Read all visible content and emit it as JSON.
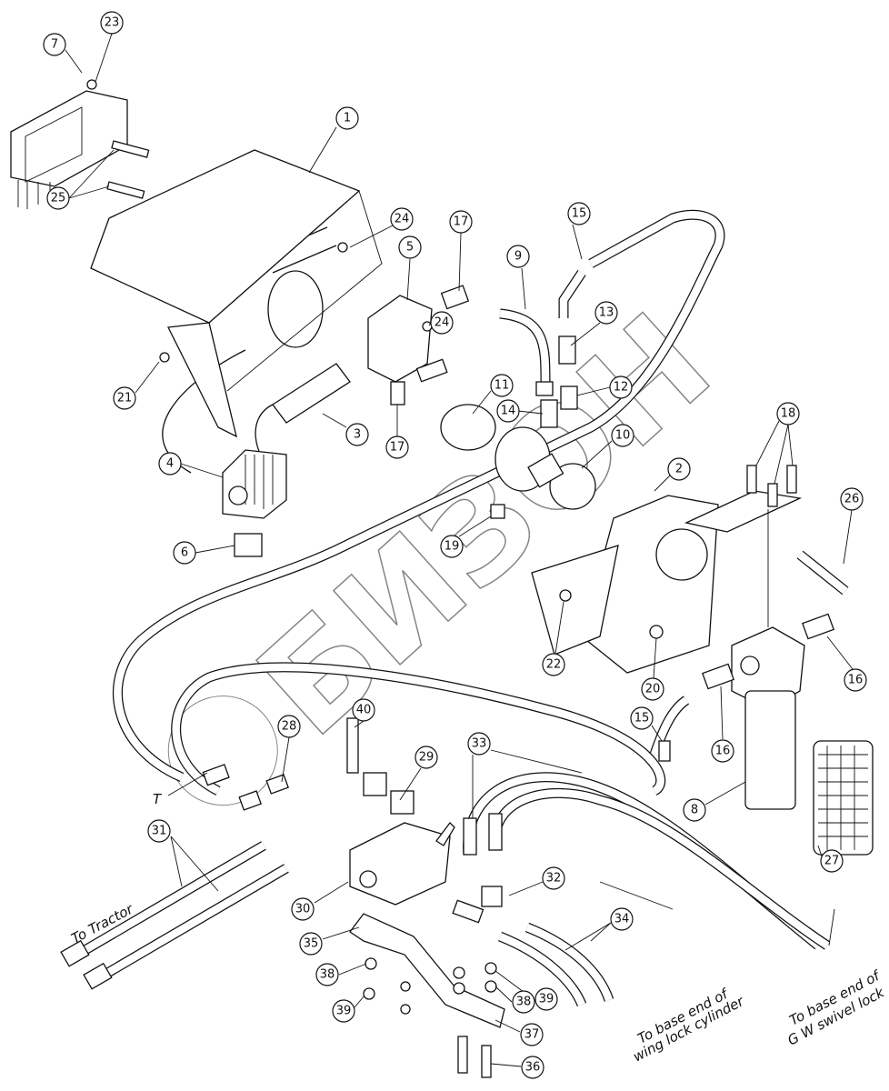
{
  "watermark": "БИЗОН",
  "callouts": [
    "1",
    "2",
    "3",
    "4",
    "5",
    "6",
    "7",
    "8",
    "9",
    "10",
    "11",
    "12",
    "13",
    "14",
    "15",
    "15",
    "16",
    "16",
    "17",
    "17",
    "18",
    "19",
    "20",
    "21",
    "22",
    "23",
    "24",
    "24",
    "25",
    "26",
    "27",
    "28",
    "29",
    "30",
    "31",
    "32",
    "33",
    "34",
    "35",
    "36",
    "37",
    "38",
    "38",
    "39",
    "39",
    "40"
  ],
  "labels": {
    "t": "T",
    "to_tractor": "To Tractor",
    "wing_lock_1": "To base end of",
    "wing_lock_2": "wing lock cylinder",
    "swivel_lock_1": "To base end of",
    "swivel_lock_2": "G W swivel lock"
  }
}
